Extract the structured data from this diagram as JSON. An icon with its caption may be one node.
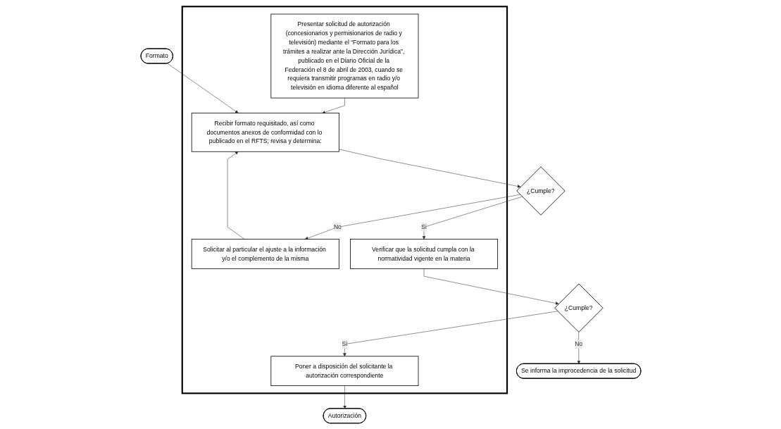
{
  "diagram": {
    "nodes": [
      {
        "text": [],
        "shape": "box"
      },
      {
        "text": [
          "Presentar solicitud de autorización (concesionarios y permisionarios de radio y televisión) mediante el “Formato para los trámites a realizar ante la Dirección Jurídica”, publicado en el Diario Oficial de la Federación el 8 de abril de 2003, cuando se requiera transmitir programas en radio y/o televisión en idioma diferente al español"
        ],
        "in": 0
      },
      {
        "text": [
          "Formato"
        ]
      },
      {
        "text": [
          "Recibir formato requisitado, así como documentos anexos de conformidad con lo publicado en el RFTS; revisa y determina:"
        ],
        "in": 0
      },
      {
        "text": [
          "¿Cumple?"
        ]
      },
      {
        "text": [
          "Solicitar al particular el ajuste a la información y/o el complemento de la misma"
        ],
        "in": 0
      },
      {
        "text": [
          "Verificar que la solicitud cumpla con la normatividad vigente en la materia"
        ],
        "in": 0
      },
      {
        "text": [
          "¿Cumple?"
        ]
      },
      {
        "text": [
          "Se informa la improcedencia de la solicitud"
        ]
      },
      {
        "text": [
          "Poner a disposición del solicitante la autorización correspondiente"
        ],
        "in": 0
      },
      {
        "text": [
          "Autorización"
        ]
      }
    ],
    "edges": [
      {
        "from": 1,
        "to": 3,
        "arrow": "to"
      },
      {
        "from": 2,
        "to": 3,
        "arrow": "to"
      },
      {
        "from": 3,
        "to": 4,
        "arrow": "to"
      },
      {
        "from": 4,
        "to": 5,
        "label": "No",
        "arrow": "to"
      },
      {
        "from": 4,
        "to": 6,
        "label": "Si",
        "arrow": "to"
      },
      {
        "from": 5,
        "to": 3,
        "arrow": "to"
      },
      {
        "from": 6,
        "to": 7,
        "arrow": "to"
      },
      {
        "from": 7,
        "to": 8,
        "label": "No",
        "arrow": "to"
      },
      {
        "from": 7,
        "to": 9,
        "label": "Si",
        "arrow": "to"
      },
      {
        "from": 9,
        "to": 10,
        "arrow": "to"
      }
    ]
  }
}
